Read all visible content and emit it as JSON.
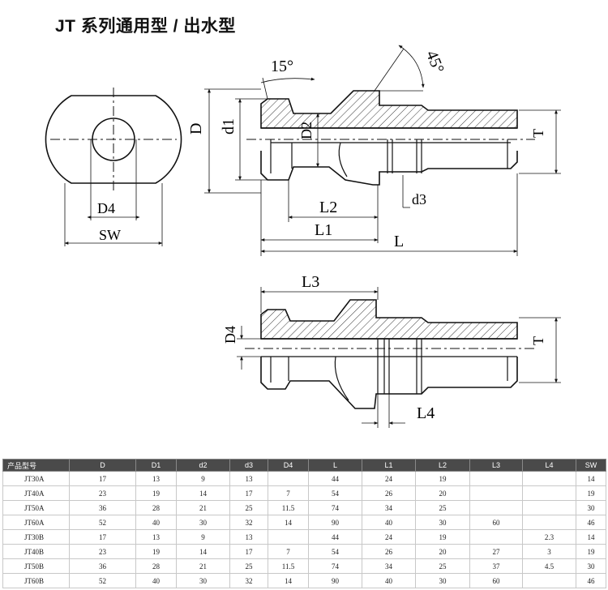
{
  "title": "JT 系列通用型 / 出水型",
  "labels": {
    "angle1": "15°",
    "angle2": "45°",
    "D": "D",
    "d1": "d1",
    "D2": "D2",
    "T": "T",
    "d3": "d3",
    "L2": "L2",
    "L1": "L1",
    "L": "L",
    "D4": "D4",
    "SW": "SW",
    "L3": "L3",
    "D4b": "D4",
    "Tb": "T",
    "L4": "L4"
  },
  "table": {
    "headers": [
      "产品型号",
      "D",
      "D1",
      "d2",
      "d3",
      "D4",
      "L",
      "L1",
      "L2",
      "L3",
      "L4",
      "SW"
    ],
    "rows": [
      [
        "JT30A",
        "17",
        "13",
        "9",
        "13",
        "",
        "44",
        "24",
        "19",
        "",
        "",
        "14"
      ],
      [
        "JT40A",
        "23",
        "19",
        "14",
        "17",
        "7",
        "54",
        "26",
        "20",
        "",
        "",
        "19"
      ],
      [
        "JT50A",
        "36",
        "28",
        "21",
        "25",
        "11.5",
        "74",
        "34",
        "25",
        "",
        "",
        "30"
      ],
      [
        "JT60A",
        "52",
        "40",
        "30",
        "32",
        "14",
        "90",
        "40",
        "30",
        "60",
        "",
        "46"
      ],
      [
        "JT30B",
        "17",
        "13",
        "9",
        "13",
        "",
        "44",
        "24",
        "19",
        "",
        "2.3",
        "14"
      ],
      [
        "JT40B",
        "23",
        "19",
        "14",
        "17",
        "7",
        "54",
        "26",
        "20",
        "27",
        "3",
        "19"
      ],
      [
        "JT50B",
        "36",
        "28",
        "21",
        "25",
        "11.5",
        "74",
        "34",
        "25",
        "37",
        "4.5",
        "30"
      ],
      [
        "JT60B",
        "52",
        "40",
        "30",
        "32",
        "14",
        "90",
        "40",
        "30",
        "60",
        "",
        "46"
      ]
    ]
  }
}
